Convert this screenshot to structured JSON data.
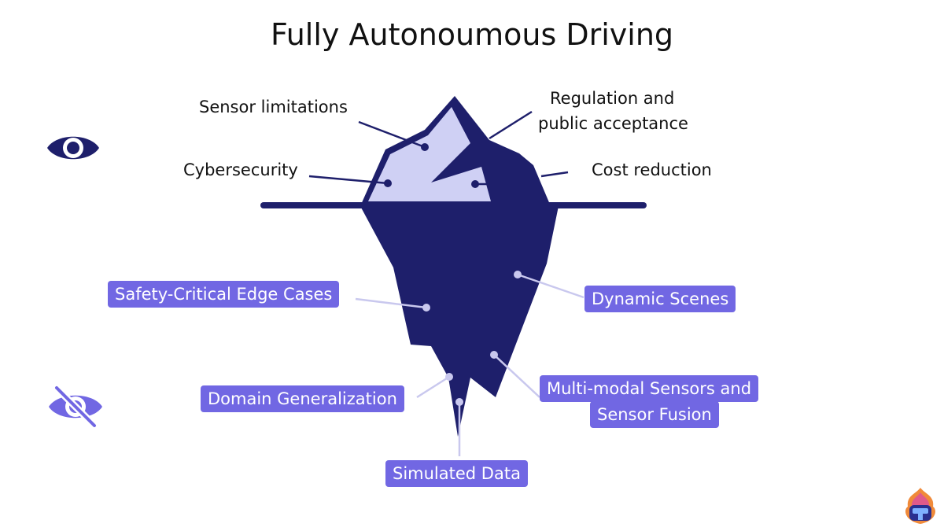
{
  "title": "Fully Autonoumous Driving",
  "visible_label": "Sensor limitations",
  "above_water": [
    "Sensor limitations",
    "Regulation and",
    "public acceptance",
    "Cybersecurity",
    "Cost reduction"
  ],
  "below_water": [
    "Safety-Critical Edge Cases",
    "Dynamic Scenes",
    "Domain Generalization",
    "Multi-modal Sensors and",
    "Sensor Fusion",
    "Simulated Data"
  ],
  "colors": {
    "navy": "#1e1f6b",
    "ice": "#cfd0f4",
    "pill": "#7167e3",
    "leader_below": "#c9c8ee"
  },
  "icons": [
    "eye-icon",
    "eye-slash-icon",
    "logo-icon"
  ]
}
